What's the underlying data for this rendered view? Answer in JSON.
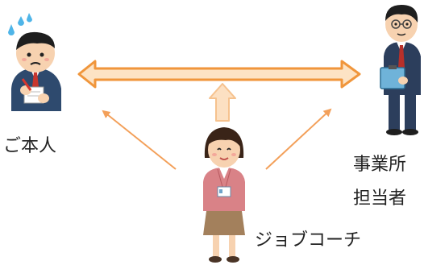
{
  "nodes": {
    "person": {
      "label": "ご本人"
    },
    "office": {
      "label_line1": "事業所",
      "label_line2": "担当者"
    },
    "coach": {
      "label": "ジョブコーチ"
    }
  },
  "colors": {
    "double_arrow_fill": "#FDE3C4",
    "double_arrow_stroke": "#F0963C",
    "thin_arrow": "#F3A05A",
    "up_arrow_fill": "#FCE0C2"
  },
  "icons": {
    "person": "worried-man-writing-memo",
    "office": "businessman-with-clipboard",
    "coach": "woman-job-coach-with-id-badge"
  }
}
